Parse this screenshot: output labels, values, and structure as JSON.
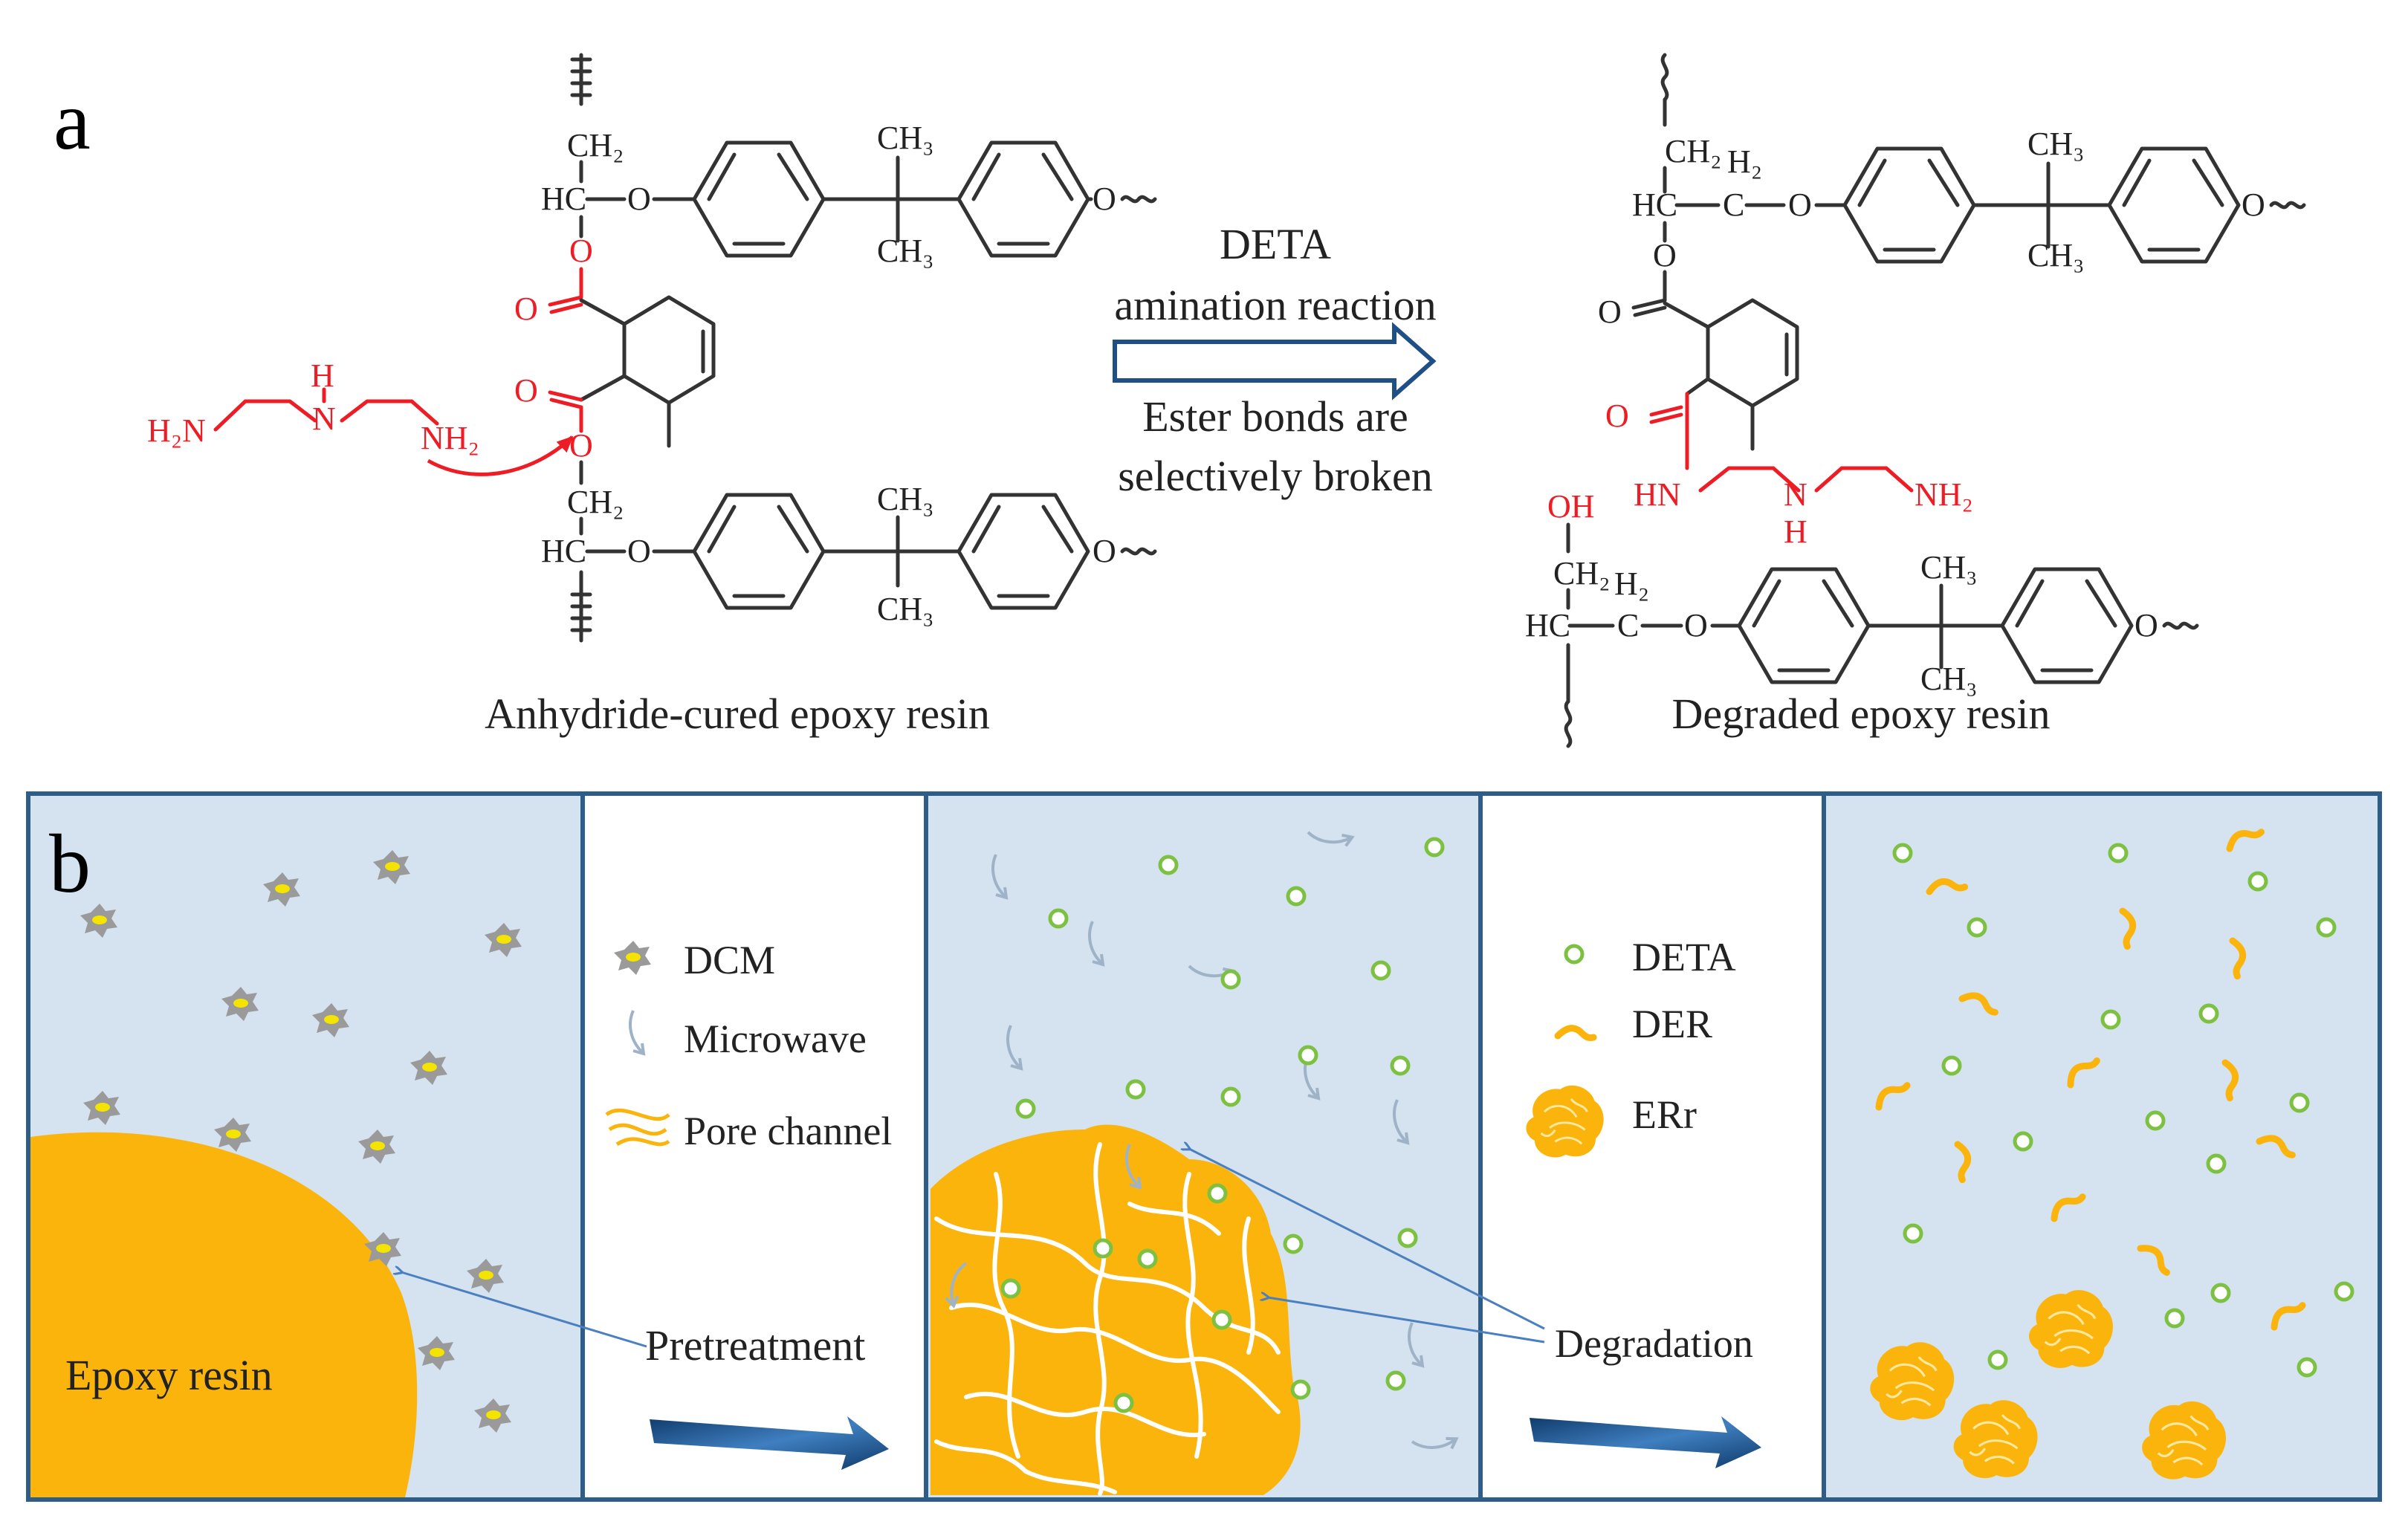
{
  "panel_a": {
    "label": "a",
    "arrow_top_line1": "DETA",
    "arrow_top_line2": "amination reaction",
    "arrow_bottom_line1": "Ester bonds are",
    "arrow_bottom_line2": "selectively broken",
    "left_caption": "Anhydride-cured epoxy resin",
    "right_caption": "Degraded epoxy resin",
    "atoms": {
      "ch2": "CH₂",
      "hc": "HC",
      "o": "O",
      "ch3": "CH₃",
      "h2n": "H₂N",
      "nh2": "NH₂",
      "nh": "NH",
      "hn": "HN",
      "n": "N",
      "h": "H",
      "oh": "OH",
      "c": "C",
      "h2": "H₂"
    }
  },
  "panel_b": {
    "label": "b",
    "legend_dcm": "DCM",
    "legend_microwave": "Microwave",
    "legend_pore": "Pore channel",
    "legend_deta": "DETA",
    "legend_der": "DER",
    "legend_err": "ERr",
    "epoxy_label": "Epoxy  resin",
    "pretreatment_label": "Pretreatment",
    "degradation_label": "Degradation"
  },
  "colors": {
    "panel_fill": "#d5e2ef",
    "panel_border": "#2f5d8a",
    "resin_orange": "#fbb40c",
    "ester_red": "#ee1c24",
    "deta_green": "#7cc142",
    "arrow_blue": "#1e4f86"
  }
}
